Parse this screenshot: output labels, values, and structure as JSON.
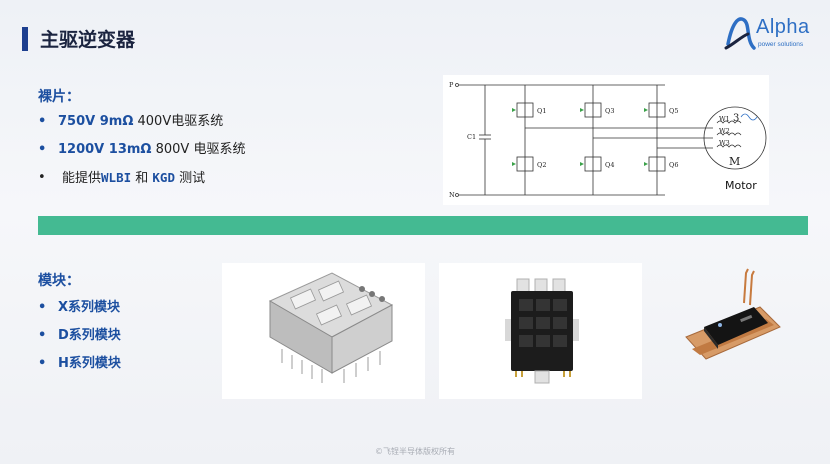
{
  "title": "主驱逆变器",
  "logo": {
    "word": "Alpha",
    "sub": "power solutions"
  },
  "bare_chip": {
    "heading": "裸片：",
    "items": [
      {
        "spec": "750V  9mΩ",
        "rest": " 400V电驱系统"
      },
      {
        "spec": "1200V  13mΩ",
        "rest": "   800V 电驱系统"
      },
      {
        "pre": "能提供",
        "t1": "WLBI",
        "mid": " 和 ",
        "t2": "KGD",
        "post": " 测试"
      }
    ]
  },
  "circuit": {
    "labels": {
      "p": "P",
      "n": "N",
      "c1": "C1",
      "q1": "Q1",
      "q2": "Q2",
      "q3": "Q3",
      "q4": "Q4",
      "q5": "Q5",
      "q6": "Q6",
      "w1": "W1",
      "w2": "W2",
      "w3": "W3",
      "phase": "3",
      "m": "M",
      "motor": "Motor"
    }
  },
  "module": {
    "heading": "模块：",
    "items": [
      {
        "label": "X系列模块"
      },
      {
        "label": "D系列模块"
      },
      {
        "label": "H系列模块"
      }
    ]
  },
  "footer": "©飞锃半导体版权所有",
  "colors": {
    "accent_bar": "#44ba92",
    "heading_blue": "#1c4fa0",
    "title_mark": "#1d3f8f"
  }
}
